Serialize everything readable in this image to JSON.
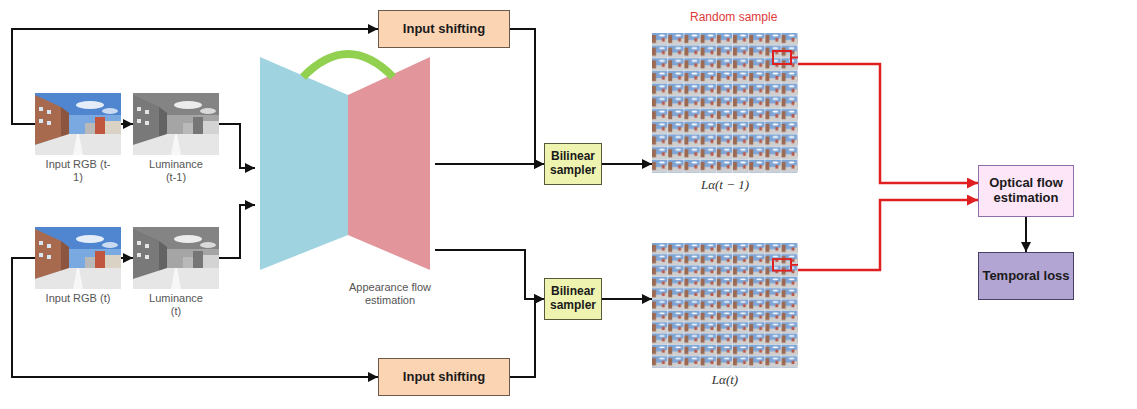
{
  "diagram": {
    "nodes": [
      {
        "text": [
          "Input shifting"
        ]
      },
      {
        "text": [
          "Input RGB (t-1)"
        ]
      },
      {
        "text": [
          "Luminance (t-1)"
        ]
      },
      {
        "text": [
          "Appearance flow estimation"
        ]
      },
      {
        "text": [
          "Input RGB (t)"
        ]
      },
      {
        "text": [
          "Luminance (t)"
        ]
      },
      {
        "text": [
          "Input shifting"
        ]
      },
      {
        "text": [
          "Bilinear sampler"
        ]
      },
      {
        "text": [
          "Bilinear sampler"
        ]
      },
      {
        "text": [
          "Lα(t − 1)"
        ]
      },
      {
        "text": [
          "Lα(t)"
        ]
      },
      {
        "text": [
          "Optical flow estimation"
        ]
      },
      {
        "text": [
          "Temporal loss"
        ]
      }
    ],
    "edges": [
      {
        "from": 1,
        "to": 0,
        "arrow": "to"
      },
      {
        "from": 1,
        "to": 2,
        "arrow": "to"
      },
      {
        "from": 2,
        "to": 3,
        "arrow": "to"
      },
      {
        "from": 4,
        "to": 5,
        "arrow": "to"
      },
      {
        "from": 5,
        "to": 3,
        "arrow": "to"
      },
      {
        "from": 4,
        "to": 6,
        "arrow": "to"
      },
      {
        "from": 0,
        "to": 7,
        "arrow": "to"
      },
      {
        "from": 3,
        "to": 7,
        "arrow": "to"
      },
      {
        "from": 3,
        "to": 8,
        "arrow": "to"
      },
      {
        "from": 6,
        "to": 8,
        "arrow": "to"
      },
      {
        "from": 7,
        "to": 9,
        "arrow": "to"
      },
      {
        "from": 8,
        "to": 10,
        "arrow": "to"
      },
      {
        "from": 9,
        "to": 11,
        "arrow": "to"
      },
      {
        "from": 10,
        "to": 11,
        "arrow": "to"
      },
      {
        "from": 11,
        "to": 12,
        "arrow": "to"
      }
    ],
    "labels": [
      "Random sample"
    ]
  }
}
